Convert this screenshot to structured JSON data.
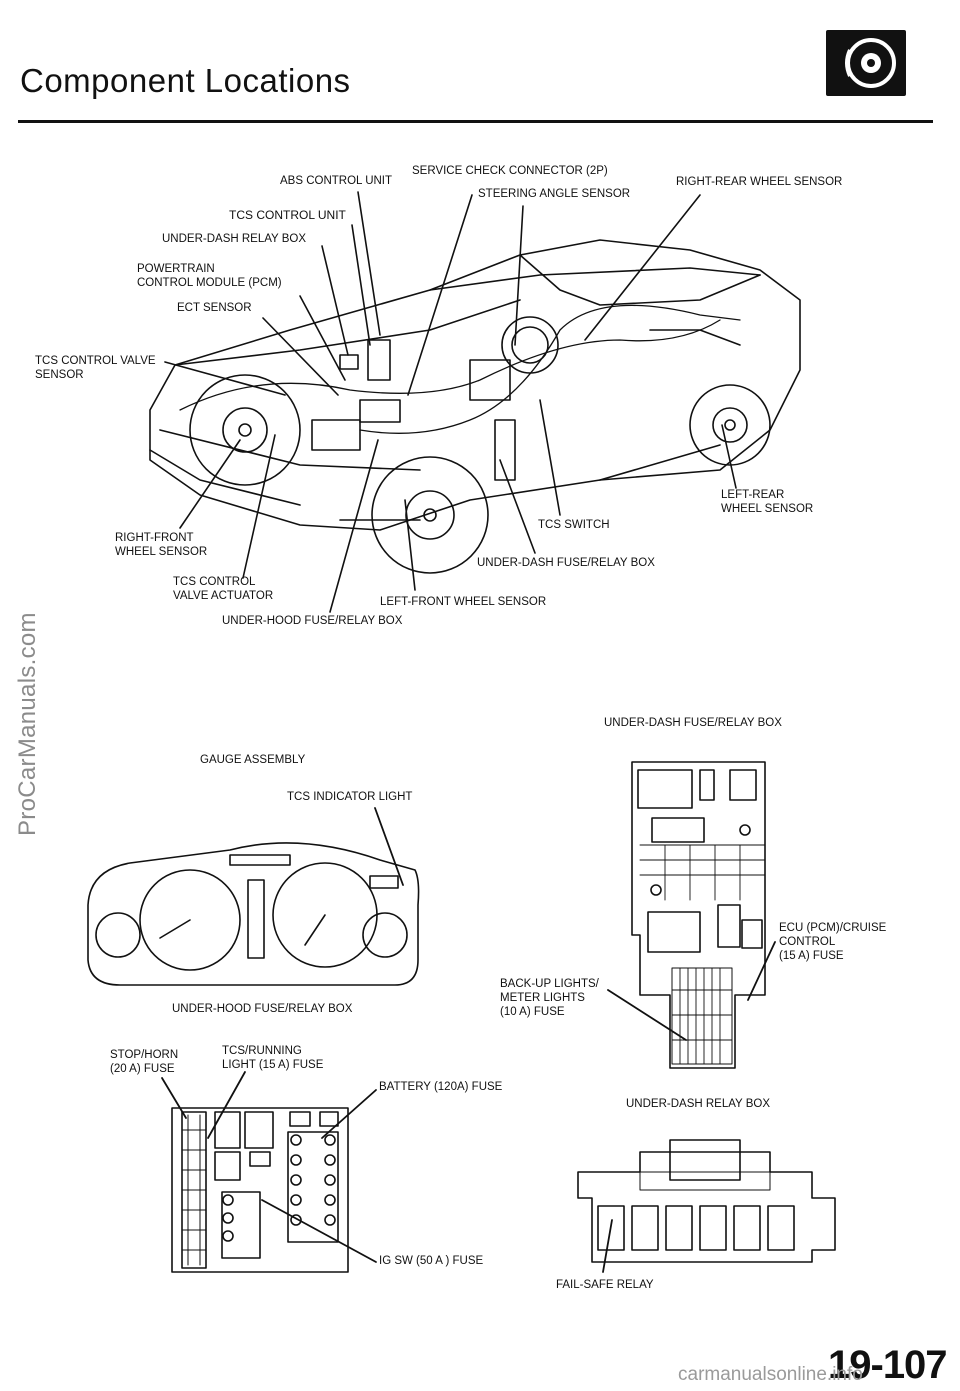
{
  "page": {
    "title": "Component Locations",
    "page_number": "19-107",
    "watermark": "ProCarManuals.com",
    "footer": "carmanualsonline.info"
  },
  "car_diagram": {
    "labels": {
      "abs_control_unit": "ABS CONTROL UNIT",
      "service_check_connector": "SERVICE CHECK CONNECTOR (2P)",
      "steering_angle_sensor": "STEERING ANGLE SENSOR",
      "right_rear_wheel_sensor": "RIGHT-REAR WHEEL SENSOR",
      "tcs_control_unit": "TCS CONTROL UNIT",
      "under_dash_relay_box": "UNDER-DASH RELAY BOX",
      "powertrain_line1": "POWERTRAIN",
      "powertrain_line2": "CONTROL MODULE (PCM)",
      "ect_sensor": "ECT SENSOR",
      "tcs_valve_sensor_line1": "TCS CONTROL VALVE",
      "tcs_valve_sensor_line2": "SENSOR",
      "left_rear_line1": "LEFT-REAR",
      "left_rear_line2": "WHEEL SENSOR",
      "tcs_switch": "TCS SWITCH",
      "right_front_line1": "RIGHT-FRONT",
      "right_front_line2": "WHEEL SENSOR",
      "under_dash_fuse_relay_box": "UNDER-DASH FUSE/RELAY BOX",
      "tcs_actuator_line1": "TCS CONTROL",
      "tcs_actuator_line2": "VALVE ACTUATOR",
      "left_front_wheel_sensor": "LEFT-FRONT WHEEL SENSOR",
      "under_hood_fuse_relay_box": "UNDER-HOOD FUSE/RELAY BOX"
    }
  },
  "gauge_diagram": {
    "gauge_assembly": "GAUGE ASSEMBLY",
    "tcs_indicator_light": "TCS INDICATOR LIGHT"
  },
  "under_dash_box_diagram": {
    "title": "UNDER-DASH FUSE/RELAY BOX",
    "ecu_line1": "ECU (PCM)/CRUISE",
    "ecu_line2": "CONTROL",
    "ecu_line3": "(15 A) FUSE",
    "backup_line1": "BACK-UP LIGHTS/",
    "backup_line2": "METER LIGHTS",
    "backup_line3": "(10 A) FUSE"
  },
  "under_hood_box_diagram": {
    "title": "UNDER-HOOD FUSE/RELAY BOX",
    "stop_horn_line1": "STOP/HORN",
    "stop_horn_line2": "(20 A) FUSE",
    "tcs_running_line1": "TCS/RUNNING",
    "tcs_running_line2": "LIGHT (15 A) FUSE",
    "battery_fuse": "BATTERY (120A) FUSE",
    "ig_sw_fuse": "IG SW (50 A ) FUSE"
  },
  "relay_box_diagram": {
    "title": "UNDER-DASH RELAY BOX",
    "fail_safe_relay": "FAIL-SAFE RELAY"
  },
  "colors": {
    "ink": "#111111",
    "watermark": "#8b8b8b",
    "footer": "#9a9a9a"
  }
}
